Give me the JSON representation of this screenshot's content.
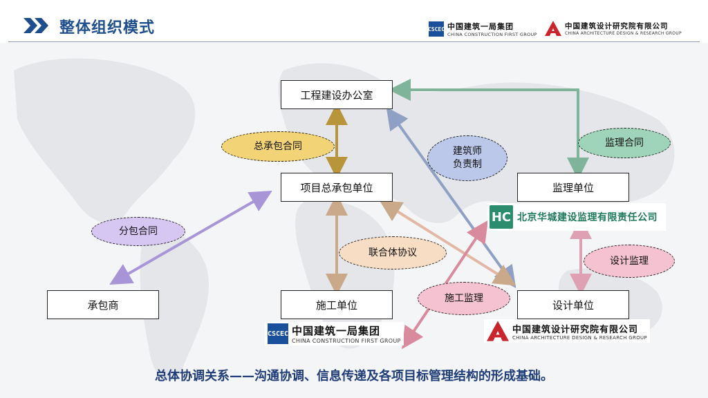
{
  "header": {
    "title": "整体组织模式",
    "logo_cscec_cn": "中国建筑一局集团",
    "logo_cscec_en": "CHINA CONSTRUCTION FIRST GROUP",
    "logo_cadg_cn": "中国建筑设计研究院有限公司",
    "logo_cadg_en": "CHINA ARCHITECTURE DESIGN & RESEARCH GROUP"
  },
  "nodes": {
    "office": "工程建设办公室",
    "general_contractor": "项目总承包单位",
    "supervision": "监理单位",
    "subcontractor": "承包商",
    "construction": "施工单位",
    "design": "设计单位"
  },
  "relations": {
    "general_contract": "总承包合同",
    "supervision_contract": "监理合同",
    "architect_line1": "建筑师",
    "architect_line2": "负责制",
    "subcontract": "分包合同",
    "consortium": "联合体协议",
    "design_supervision": "设计监理",
    "construction_supervision": "施工监理"
  },
  "logos": {
    "supervisor_company": "北京华城建设监理有限责任公司",
    "construction_cn": "中国建筑一局集团",
    "construction_en": "CHINA CONSTRUCTION FIRST GROUP",
    "design_cn": "中国建筑设计研究院有限公司",
    "design_en": "CHINA ARCHITECTURE DESIGN & RESEARCH GROUP"
  },
  "footer": {
    "summary": "总体协调关系——沟通协调、信息传递及各项目标管理结构的形成基础。"
  },
  "colors": {
    "title_blue": "#1f4e8c",
    "general_contract_oval": "#f2d477",
    "supervision_oval": "#9fd4bb",
    "architect_oval": "#bcc8ea",
    "subcontract_oval": "#d6c6f2",
    "consortium_oval": "#f6ddc4",
    "design_supervision_oval": "#f4c2d0",
    "construction_supervision_oval": "#f4c2d0"
  }
}
